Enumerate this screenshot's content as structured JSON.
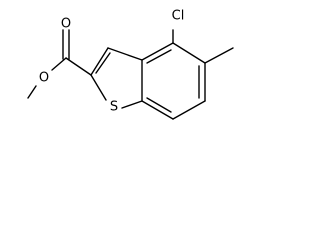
{
  "atoms": {
    "carbonyl_oxygen": "O",
    "ester_oxygen": "O",
    "sulfur": "S",
    "chlorine": "Cl"
  }
}
